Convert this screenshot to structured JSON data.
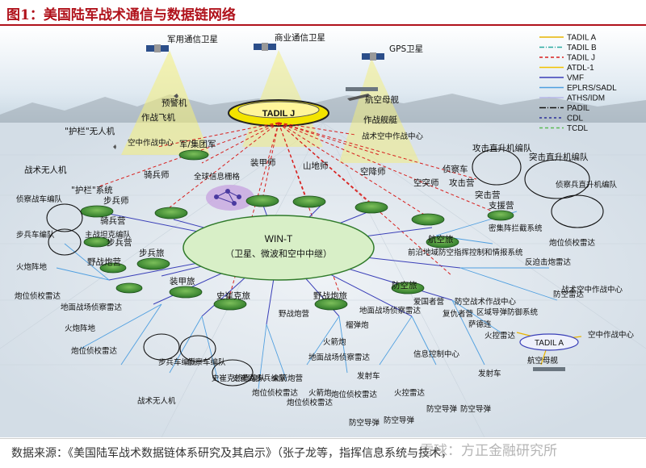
{
  "title": "图1：美国陆军战术通信与数据链网络",
  "source": "数据来源：《美国陆军战术数据链体系研究及其启示》（张子龙等，指挥信息系统与技术，",
  "watermark": "雪球：方正金融研究所",
  "center": {
    "line1": "WIN-T",
    "line2": "（卫星、微波和空中中继）"
  },
  "tadil_j": "TADIL J",
  "tadil_a": "TADIL A",
  "satellites": {
    "mil": "军用通信卫星",
    "com": "商业通信卫星",
    "gps": "GPS卫星"
  },
  "legend": [
    {
      "label": "TADIL A",
      "color": "#e8b400",
      "dash": ""
    },
    {
      "label": "TADIL B",
      "color": "#2aa9a0",
      "dash": "6,2,1,2"
    },
    {
      "label": "TADIL J",
      "color": "#d8201e",
      "dash": "4,3"
    },
    {
      "label": "ATDL-1",
      "color": "#f2c200",
      "dash": ""
    },
    {
      "label": "VMF",
      "color": "#3a3fb8",
      "dash": ""
    },
    {
      "label": "EPLRS/SADL",
      "color": "#4f9fe0",
      "dash": ""
    },
    {
      "label": "ATHS/IDM",
      "color": "#b7b7e8",
      "dash": ""
    },
    {
      "label": "PADIL",
      "color": "#111111",
      "dash": "8,2,1,2"
    },
    {
      "label": "CDL",
      "color": "#2a2e9a",
      "dash": "3,3"
    },
    {
      "label": "TCDL",
      "color": "#5cba56",
      "dash": "4,3"
    }
  ],
  "labels": {
    "awacs": "预警机",
    "command_plane": "作战飞机",
    "carrier_top": "航空母舰",
    "combat_ship": "作战舰艇",
    "air_ops_center_r": "战术空中作战中心",
    "guard_uav": "\"护栏\"无人机",
    "air_ops_center_l": "空中作战中心",
    "corps": "军/集团军",
    "gis": "全球信息栅格",
    "tactical_uav_tl": "战术无人机",
    "guard_system": "\"护栏\"系统",
    "recon_vehicle_team": "侦察战车编队",
    "step_team": "步兵车编队",
    "artillery_pos": "火炮阵地",
    "arty_radar": "炮位侦校雷达",
    "cavalry": "骑兵师",
    "armored_div": "装甲师",
    "mountain_div": "山地师",
    "airborne_div": "空降师",
    "air_assault_div": "空突师",
    "infantry_div": "步兵师",
    "cavalry_camp": "骑兵营",
    "step_camp": "步兵营",
    "main_tank": "主战坦克编队",
    "field_artillery_camp": "野战炮营",
    "infantry_brigade": "步兵旅",
    "armored_brigade": "装甲旅",
    "stryker_brigade": "史崔克旅",
    "field_battalion": "野战炮旅",
    "attack_heli": "攻击直升机编队",
    "assault_heli": "突击直升机编队",
    "recon_car": "侦察车",
    "attack_camp": "攻击营",
    "assault_camp": "突击营",
    "support_camp": "支援营",
    "scout_heli": "侦察兵直升机编队",
    "air_brigade": "航空旅",
    "stinger": "密集阵拦截系统",
    "front_air_def": "前沿地域防空指挥控制和情报系统",
    "battery_radar": "炮位侦校雷达",
    "anti_arty_radar": "反迫击炮雷达",
    "tac_air_center": "战术空中作战中心",
    "air_defense_radar": "防空雷达",
    "air_defense_brigade": "防空旅",
    "patriot": "爱国者营",
    "avenger": "复仇者营",
    "air_def_ops": "防空战术作战中心",
    "area_air_def": "区域导弹防御系统",
    "thaad": "萨德连",
    "fire_radar": "火控雷达",
    "carrier_bottom": "航空母舰",
    "info_center": "信息控制中心",
    "launcher": "发射车",
    "launcher_r": "发射车",
    "fire_radar_b": "火控雷达",
    "missile_1": "防空导弹",
    "missile_2": "防空导弹",
    "missile_3": "防空导弹",
    "missile_4": "防空导弹",
    "tac_air_c2": "空中作战中心",
    "ground_radar": "地面战场侦察雷达",
    "fire_pos": "火炮阵地",
    "arty_radar_2": "炮位侦校雷达",
    "ground_radar_2": "地面战场侦察雷达",
    "step_team_2": "步兵车编队",
    "recon_team_2": "侦察车编队",
    "tactical_uav_b": "战术无人机",
    "shi_recon": "史崔克侦察编队",
    "shi_step": "史崔克步兵编队",
    "arty_radar_3": "炮位侦校雷达",
    "rocket_camp": "火箭炮营",
    "field_arty": "野战炮营",
    "rocket_gun": "火箭炮",
    "arty_radar_4": "炮位侦校雷达",
    "ground_radar_3": "地面战场侦察雷达",
    "mortar": "榴弹炮",
    "arty_radar_5": "炮位侦校雷达",
    "rocket_b": "火箭炮"
  },
  "colors": {
    "title": "#b0121b",
    "tadil_j_ring": "#f3e400",
    "center_ellipse": "#d8efc7"
  }
}
